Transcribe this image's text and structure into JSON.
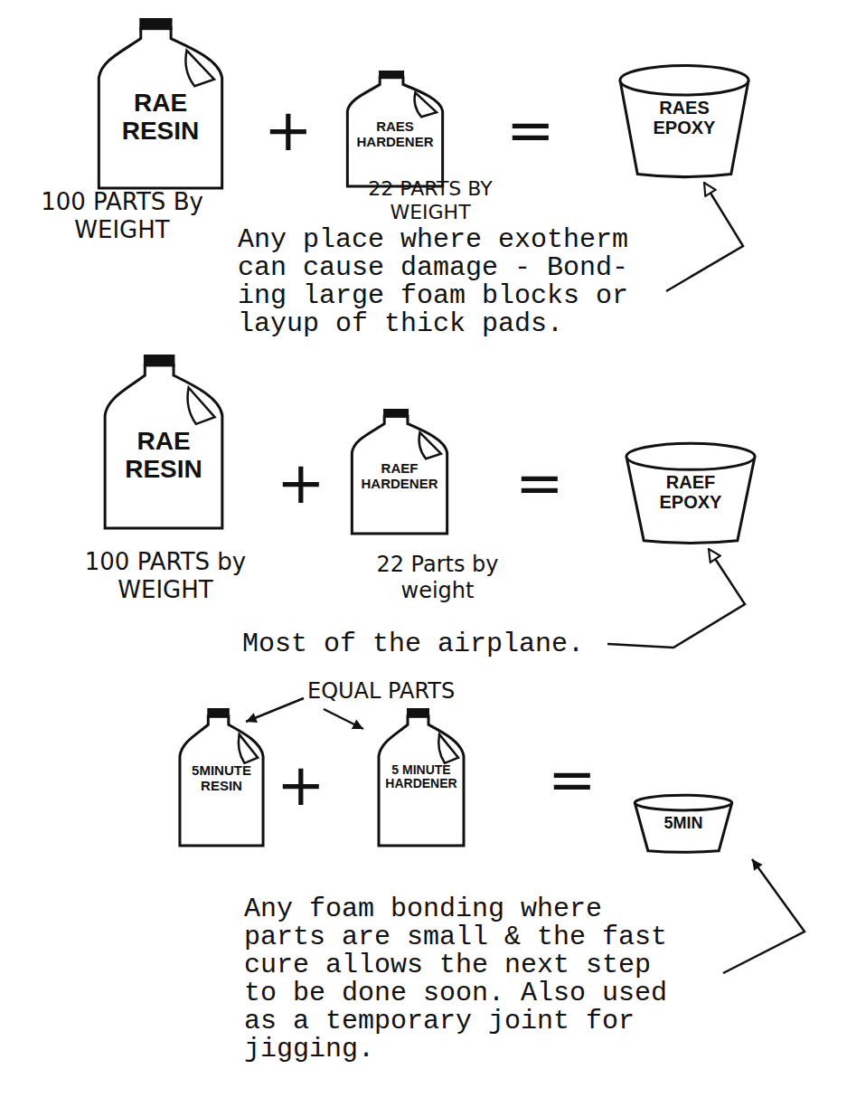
{
  "diagram": {
    "nodes": [
      {
        "text": [
          "RAE RESIN"
        ]
      },
      {
        "text": [
          "RAES HARDENER"
        ]
      },
      {
        "text": [
          "RAES EPOXY"
        ]
      },
      {
        "text": [
          "RAE RESIN"
        ]
      },
      {
        "text": [
          "RAEF HARDENER"
        ]
      },
      {
        "text": [
          "RAEF EPOXY"
        ]
      },
      {
        "text": [
          "5MINUTE RESIN"
        ]
      },
      {
        "text": [
          "5 MINUTE HARDENER"
        ]
      },
      {
        "text": [
          "5MIN"
        ]
      }
    ],
    "labels": [
      "100 PARTS By WEIGHT",
      "+",
      "22 PARTS BY WEIGHT",
      "=",
      "Any place where exotherm can cause damage - Bond- ing large foam blocks or layup of thick pads.",
      "100 PARTS by WEIGHT",
      "+",
      "22 Parts by weight",
      "=",
      "Most of the airplane.",
      "EQUAL PARTS",
      "+",
      "=",
      "Any foam bonding where parts are small & the fast cure allows the next step to be done soon. Also used as a temporary joint for jigging."
    ]
  }
}
